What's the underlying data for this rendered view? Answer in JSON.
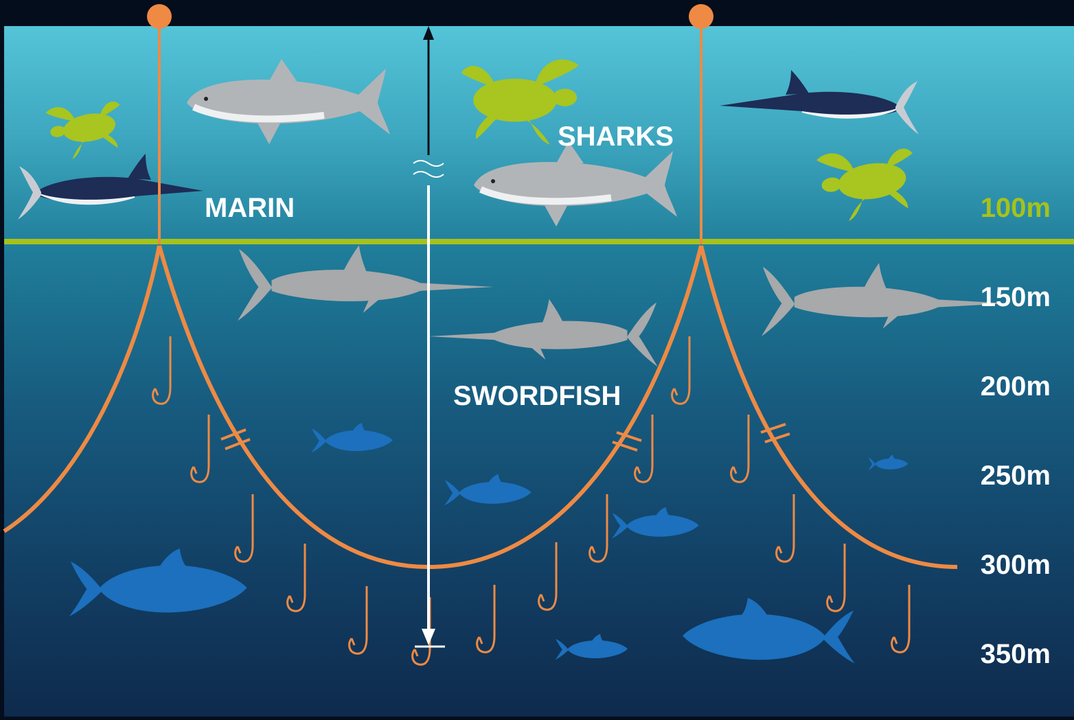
{
  "labels": {
    "marin": "MARIN",
    "sharks": "SHARKS",
    "swordfish": "SWORDFISH"
  },
  "depth_scale": [
    {
      "label": "100m",
      "highlight": true
    },
    {
      "label": "150m",
      "highlight": false
    },
    {
      "label": "200m",
      "highlight": false
    },
    {
      "label": "250m",
      "highlight": false
    },
    {
      "label": "300m",
      "highlight": false
    },
    {
      "label": "350m",
      "highlight": false
    }
  ],
  "colors": {
    "water_top": "#53c3d6",
    "water_deep": "#0e2a4c",
    "line": "#ee8a44",
    "thermocline": "#a6c21b",
    "turtle": "#a8c520",
    "shark": "#b2b5b8",
    "swordfish_silhouette": "#a7a9ab",
    "tuna": "#1c70bd",
    "marlin_back": "#1d2d55"
  }
}
